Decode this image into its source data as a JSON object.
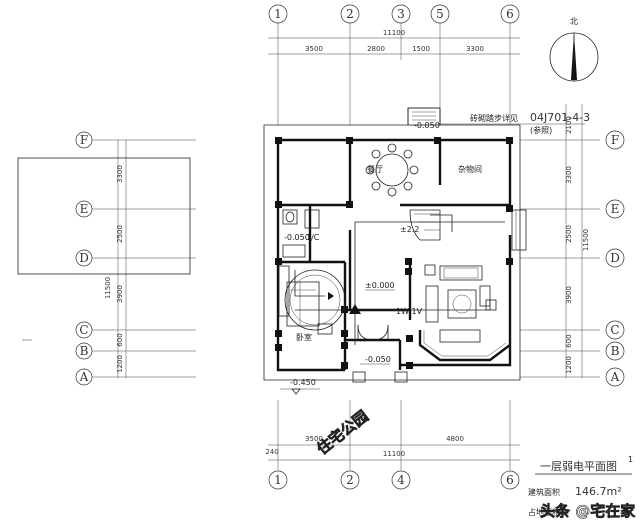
{
  "top_axes": [
    "1",
    "2",
    "3",
    "5",
    "6"
  ],
  "bottom_axes": [
    "1",
    "2",
    "4",
    "6"
  ],
  "row_axes": [
    "F",
    "E",
    "D",
    "C",
    "B",
    "A"
  ],
  "left_row_axes": [
    "F",
    "E",
    "D",
    "C",
    "B",
    "A"
  ],
  "top_dims": {
    "total": "11100",
    "seg": [
      "3500",
      "2800",
      "1500",
      "3300"
    ]
  },
  "bottom_dims": {
    "total": "11100",
    "seg": [
      "3500",
      "4800"
    ],
    "extra": "240"
  },
  "side_dims": {
    "total": "11500",
    "seg": [
      "3300",
      "2500",
      "3900",
      "600",
      "1200"
    ],
    "top": "2100"
  },
  "left_dims": {
    "total": "11500",
    "seg": [
      "3300",
      "2500",
      "3900",
      "600",
      "1200"
    ]
  },
  "north": "北",
  "detail_ref": {
    "text": "砖砌踏步详见",
    "code": "04J701-4-3",
    "note": "(参照)"
  },
  "rooms": {
    "dining": "餐厅",
    "storage": "杂物间",
    "bedroom": "卧室"
  },
  "levels": {
    "l_0_050_top": "-0.050",
    "l_2_2": "±2.2",
    "l_0_000": "±0.000",
    "l_0_050_entry": "-0.050",
    "l_0_450": "-0.450",
    "stair": "1W,1V",
    "l_bath": "-0.050",
    "bath_code": "1/C"
  },
  "title": {
    "name": "一层弱电平面图",
    "scale": "1"
  },
  "area": {
    "l1": "建筑面积",
    "v1": "146.7m²",
    "l2": "占地面积"
  },
  "watermark": {
    "stamp": "住宅公园",
    "brand": "头条 @宅在家"
  }
}
